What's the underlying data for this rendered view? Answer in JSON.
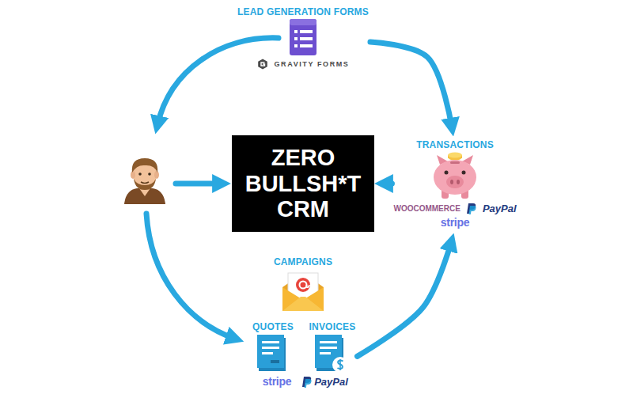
{
  "diagram": {
    "nodes": [
      {
        "text": [
          "LEAD GENERATION FORMS",
          "GRAVITY FORMS"
        ]
      },
      {
        "text": [
          "ZERO BULLSH*T CRM"
        ]
      },
      {
        "text": [
          "TRANSACTIONS",
          "WOOCOMMERCE",
          "PayPal",
          "stripe"
        ]
      },
      {
        "text": [
          "CAMPAIGNS"
        ]
      },
      {
        "text": [
          "QUOTES"
        ]
      },
      {
        "text": [
          "INVOICES"
        ]
      }
    ],
    "edges": [
      {
        "from": 0,
        "to": 2,
        "arrow": "to"
      },
      {
        "from": 2,
        "to": 1,
        "arrow": "to"
      },
      {
        "from": 5,
        "to": 2,
        "arrow": "to"
      }
    ],
    "labels": [
      "stripe",
      "PayPal"
    ]
  }
}
